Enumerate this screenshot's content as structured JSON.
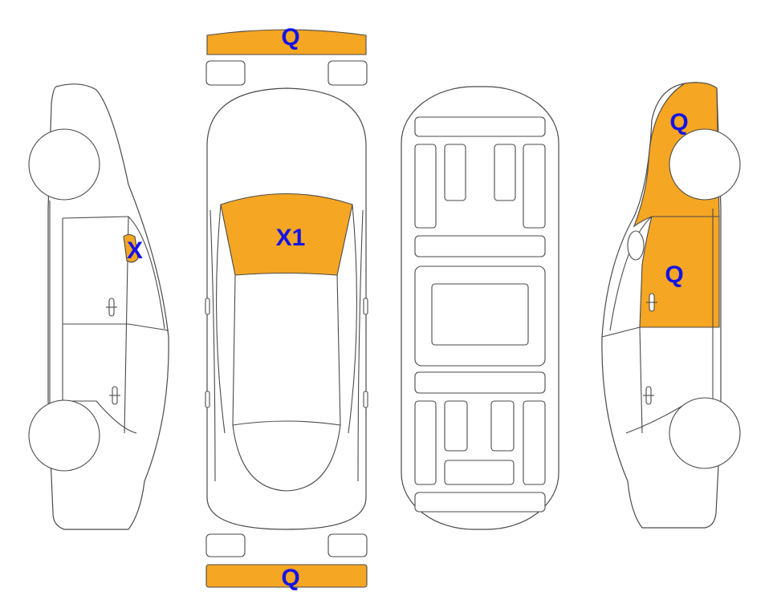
{
  "colors": {
    "damage_fill": "#F5A623",
    "label_color": "#1414E6",
    "outline": "#4a4a4a"
  },
  "marks": {
    "front_bumper": "Q",
    "windshield": "X1",
    "rear_bumper": "Q",
    "left_door_mirror": "X",
    "right_rear_fender": "Q",
    "right_rear_door": "Q"
  }
}
